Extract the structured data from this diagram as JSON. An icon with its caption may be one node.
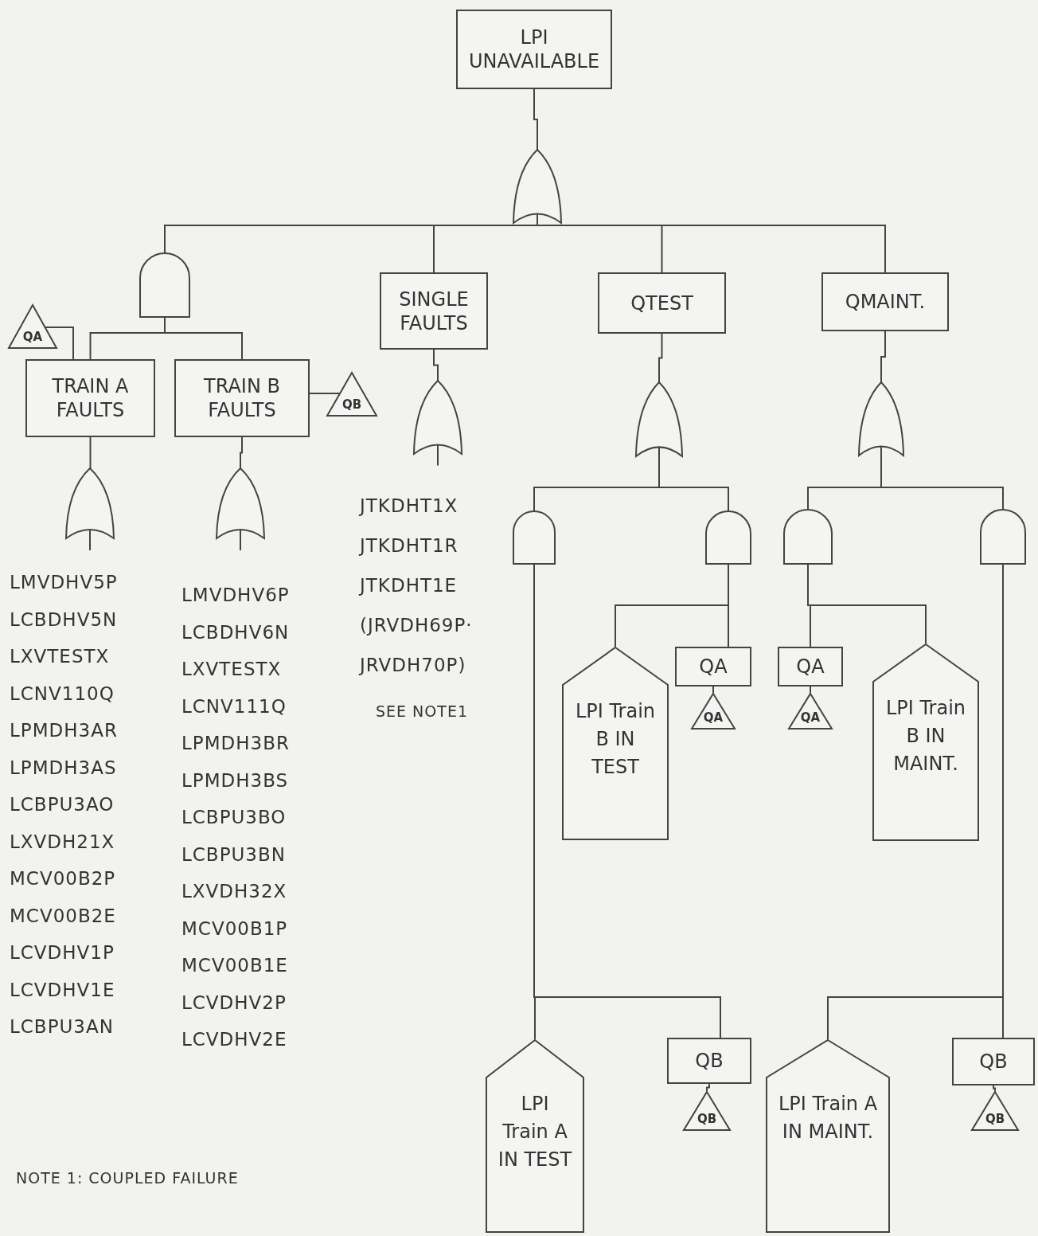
{
  "diagram": {
    "nodes": [
      {
        "text": [
          "LPI UNAVAILABLE"
        ]
      },
      {
        "text": [],
        "shape": "or-gate"
      },
      {
        "text": [],
        "shape": "and-gate"
      },
      {
        "text": [
          "SINGLE FAULTS"
        ]
      },
      {
        "text": [
          "QTEST"
        ]
      },
      {
        "text": [
          "QMAINT."
        ]
      },
      {
        "text": [
          "QA"
        ]
      },
      {
        "text": [
          "TRAIN A FAULTS"
        ]
      },
      {
        "text": [
          "TRAIN B FAULTS"
        ]
      },
      {
        "text": [
          "QB"
        ]
      },
      {
        "text": [],
        "shape": "or-gate"
      },
      {
        "text": [],
        "shape": "or-gate"
      },
      {
        "text": [],
        "shape": "or-gate"
      },
      {
        "text": [],
        "shape": "or-gate"
      },
      {
        "text": [],
        "shape": "or-gate"
      },
      {
        "text": [],
        "shape": "and-gate"
      },
      {
        "text": [],
        "shape": "and-gate"
      },
      {
        "text": [],
        "shape": "and-gate"
      },
      {
        "text": [],
        "shape": "and-gate"
      },
      {
        "text": [
          "LPI Train B IN TEST"
        ]
      },
      {
        "text": [
          "QA"
        ]
      },
      {
        "text": [
          "QA"
        ]
      },
      {
        "text": [
          "QA"
        ]
      },
      {
        "text": [
          "QA"
        ]
      },
      {
        "text": [
          "LPI Train B IN MAINT."
        ]
      },
      {
        "text": [
          "LPI Train A IN TEST"
        ]
      },
      {
        "text": [
          "QB"
        ]
      },
      {
        "text": [
          "QB"
        ]
      },
      {
        "text": [
          "LPI Train A IN MAINT."
        ]
      },
      {
        "text": [
          "QB"
        ]
      },
      {
        "text": [
          "QB"
        ]
      }
    ],
    "edges": [
      {
        "from": 0,
        "to": 1,
        "arrow": "none"
      },
      {
        "from": 1,
        "to": 2,
        "arrow": "none"
      },
      {
        "from": 1,
        "to": 3,
        "arrow": "none"
      },
      {
        "from": 1,
        "to": 4,
        "arrow": "none"
      },
      {
        "from": 1,
        "to": 5,
        "arrow": "none"
      },
      {
        "from": 2,
        "to": 7,
        "arrow": "none"
      },
      {
        "from": 2,
        "to": 8,
        "arrow": "none"
      },
      {
        "from": 7,
        "to": 6,
        "arrow": "none"
      },
      {
        "from": 8,
        "to": 9,
        "arrow": "none"
      },
      {
        "from": 7,
        "to": 10,
        "arrow": "none"
      },
      {
        "from": 8,
        "to": 11,
        "arrow": "none"
      },
      {
        "from": 3,
        "to": 12,
        "arrow": "none"
      },
      {
        "from": 4,
        "to": 13,
        "arrow": "none"
      },
      {
        "from": 5,
        "to": 14,
        "arrow": "none"
      },
      {
        "from": 13,
        "to": 15,
        "arrow": "none"
      },
      {
        "from": 13,
        "to": 16,
        "arrow": "none"
      },
      {
        "from": 14,
        "to": 17,
        "arrow": "none"
      },
      {
        "from": 14,
        "to": 18,
        "arrow": "none"
      },
      {
        "from": 16,
        "to": 19,
        "arrow": "none"
      },
      {
        "from": 16,
        "to": 20,
        "arrow": "none"
      },
      {
        "from": 20,
        "to": 21,
        "arrow": "none"
      },
      {
        "from": 17,
        "to": 22,
        "arrow": "none"
      },
      {
        "from": 17,
        "to": 24,
        "arrow": "none"
      },
      {
        "from": 22,
        "to": 23,
        "arrow": "none"
      },
      {
        "from": 15,
        "to": 25,
        "arrow": "none"
      },
      {
        "from": 15,
        "to": 26,
        "arrow": "none"
      },
      {
        "from": 26,
        "to": 27,
        "arrow": "none"
      },
      {
        "from": 18,
        "to": 28,
        "arrow": "none"
      },
      {
        "from": 18,
        "to": 29,
        "arrow": "none"
      },
      {
        "from": 29,
        "to": 30,
        "arrow": "none"
      }
    ],
    "labels": [
      "LMVDHV5P",
      "LCBDHV5N",
      "LXVTESTX",
      "LCNV110Q",
      "LPMDH3AR",
      "LPMDH3AS",
      "LCBPU3AO",
      "LXVDH21X",
      "MCV00B2P",
      "MCV00B2E",
      "LCVDHV1P",
      "LCVDHV1E",
      "LCBPU3AN",
      "LMVDHV6P",
      "LCBDHV6N",
      "LXVTESTX",
      "LCNV111Q",
      "LPMDH3BR",
      "LPMDH3BS",
      "LCBPU3BO",
      "LCBPU3BN",
      "LXVDH32X",
      "MCV00B1P",
      "MCV00B1E",
      "LCVDHV2P",
      "LCVDHV2E",
      "JTKDHT1X",
      "JTKDHT1R",
      "JTKDHT1E",
      "(JRVDH69P·",
      "JRVDH70P)",
      "SEE NOTE1",
      "NOTE 1: COUPLED FAILURE"
    ]
  }
}
